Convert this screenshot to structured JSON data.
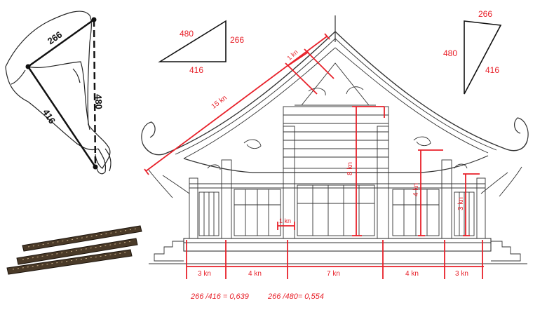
{
  "arm": {
    "upper": "266",
    "forearm": "416",
    "span": "480"
  },
  "triangle_left": {
    "top": "480",
    "right": "266",
    "bottom": "416"
  },
  "triangle_right": {
    "top": "266",
    "left": "480",
    "right": "416"
  },
  "roof_labels": {
    "rafter": "15 kn",
    "ridge": "1 kn"
  },
  "post_labels": {
    "center": "8 kn",
    "mid": "4 kn",
    "side": "3 kn",
    "door": "1 kn"
  },
  "bays": [
    "3 kn",
    "4 kn",
    "7 kn",
    "4 kn",
    "3 kn"
  ],
  "formulas": {
    "f1": "266 /416 = 0,639",
    "f2": "266 /480= 0,554"
  },
  "colors": {
    "annotation": "#e8212a",
    "ink": "#222222",
    "rod": "#4a3a28"
  }
}
